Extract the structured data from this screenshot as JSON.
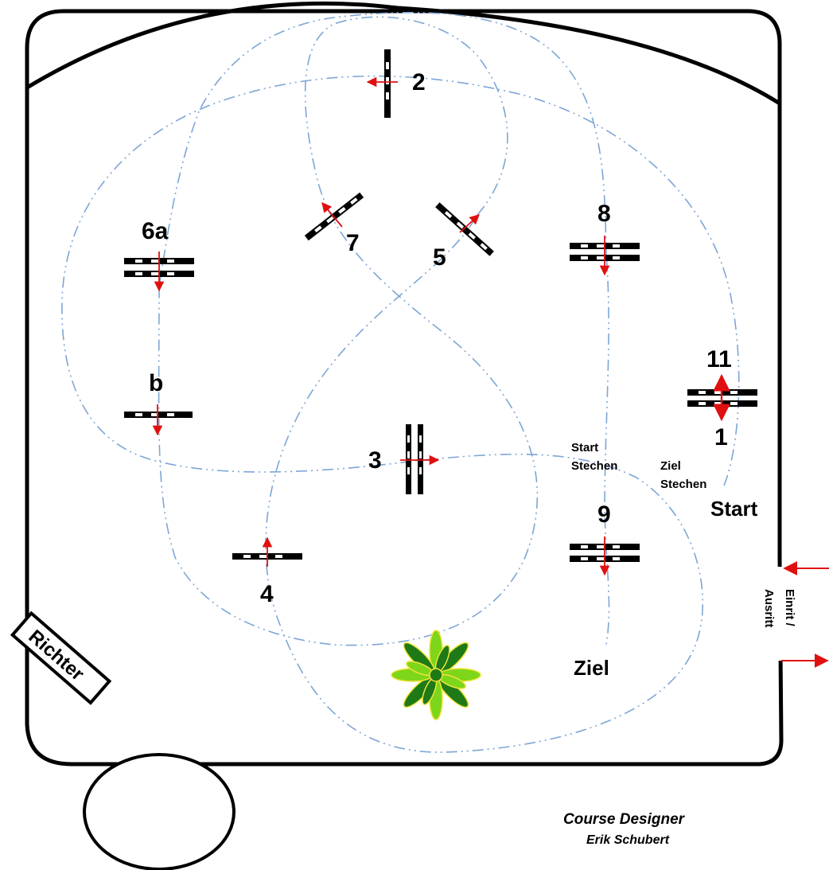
{
  "jumps": [
    {
      "id": "2",
      "label": "2"
    },
    {
      "id": "3",
      "label": "3"
    },
    {
      "id": "4",
      "label": "4"
    },
    {
      "id": "5",
      "label": "5"
    },
    {
      "id": "6a",
      "label": "6a"
    },
    {
      "id": "6b",
      "label": "b"
    },
    {
      "id": "7",
      "label": "7"
    },
    {
      "id": "8",
      "label": "8"
    },
    {
      "id": "9",
      "label": "9"
    },
    {
      "id": "11",
      "label": "11"
    },
    {
      "id": "1",
      "label": "1"
    }
  ],
  "labels": {
    "start": "Start",
    "ziel": "Ziel",
    "start_stechen_1": "Start",
    "start_stechen_2": "Stechen",
    "ziel_stechen_1": "Ziel",
    "ziel_stechen_2": "Stechen",
    "richter": "Richter",
    "entry_1": "Einrit /",
    "entry_2": "Ausritt",
    "designer_title": "Course Designer",
    "designer_name": "Erik Schubert"
  },
  "colors": {
    "arena_border": "#000000",
    "path": "#7ea6d6",
    "arrow": "#e01010",
    "plant_light": "#7dd61a",
    "plant_dark": "#1e7a16",
    "plant_outline": "#f2e33a"
  }
}
